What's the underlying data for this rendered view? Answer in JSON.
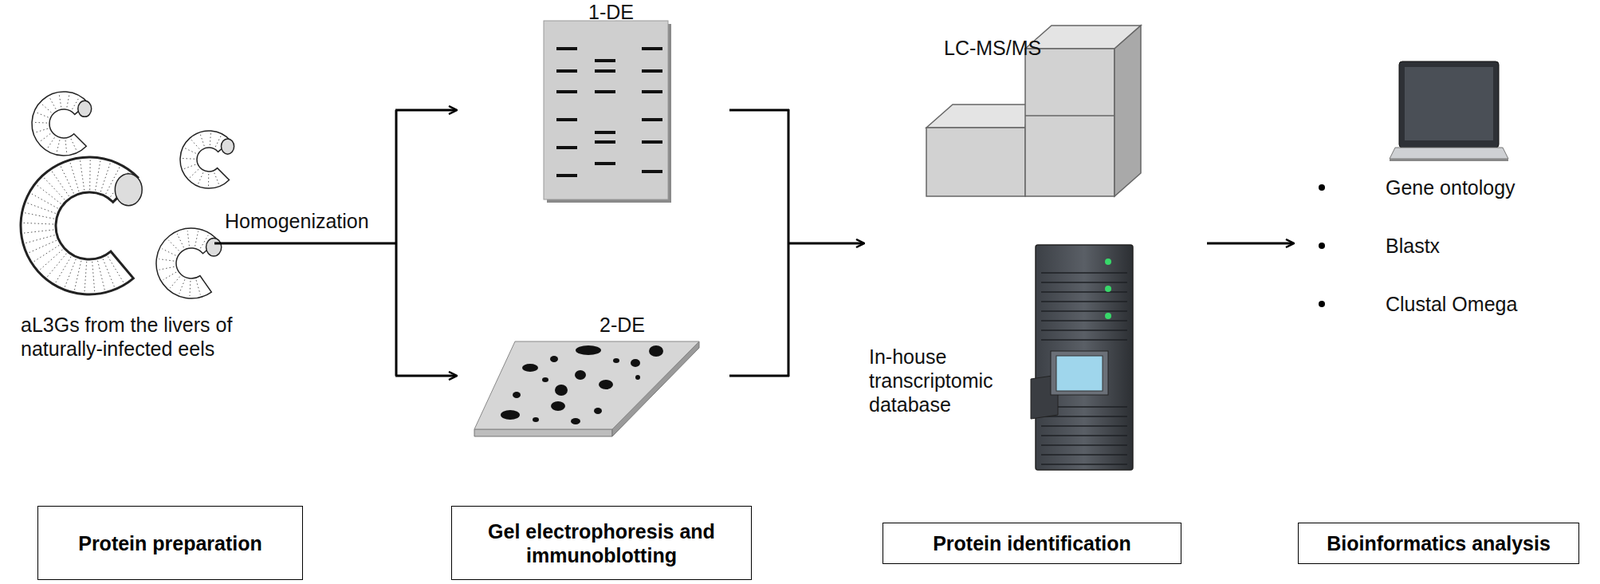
{
  "diagram": {
    "nodes": [
      {
        "text": [
          "Protein preparation"
        ]
      },
      {
        "text": [
          "Gel electrophoresis and immunoblotting"
        ]
      },
      {
        "text": [
          "Protein identification"
        ]
      },
      {
        "text": [
          "Bioinformatics analysis"
        ]
      }
    ],
    "labels": [
      "aL3Gs from the livers of naturally-infected eels",
      "Homogenization",
      "1-DE",
      "2-DE",
      "LC-MS/MS",
      "In-house transcriptomic database",
      "Gene ontology",
      "Blastx",
      "Clustal Omega"
    ]
  }
}
